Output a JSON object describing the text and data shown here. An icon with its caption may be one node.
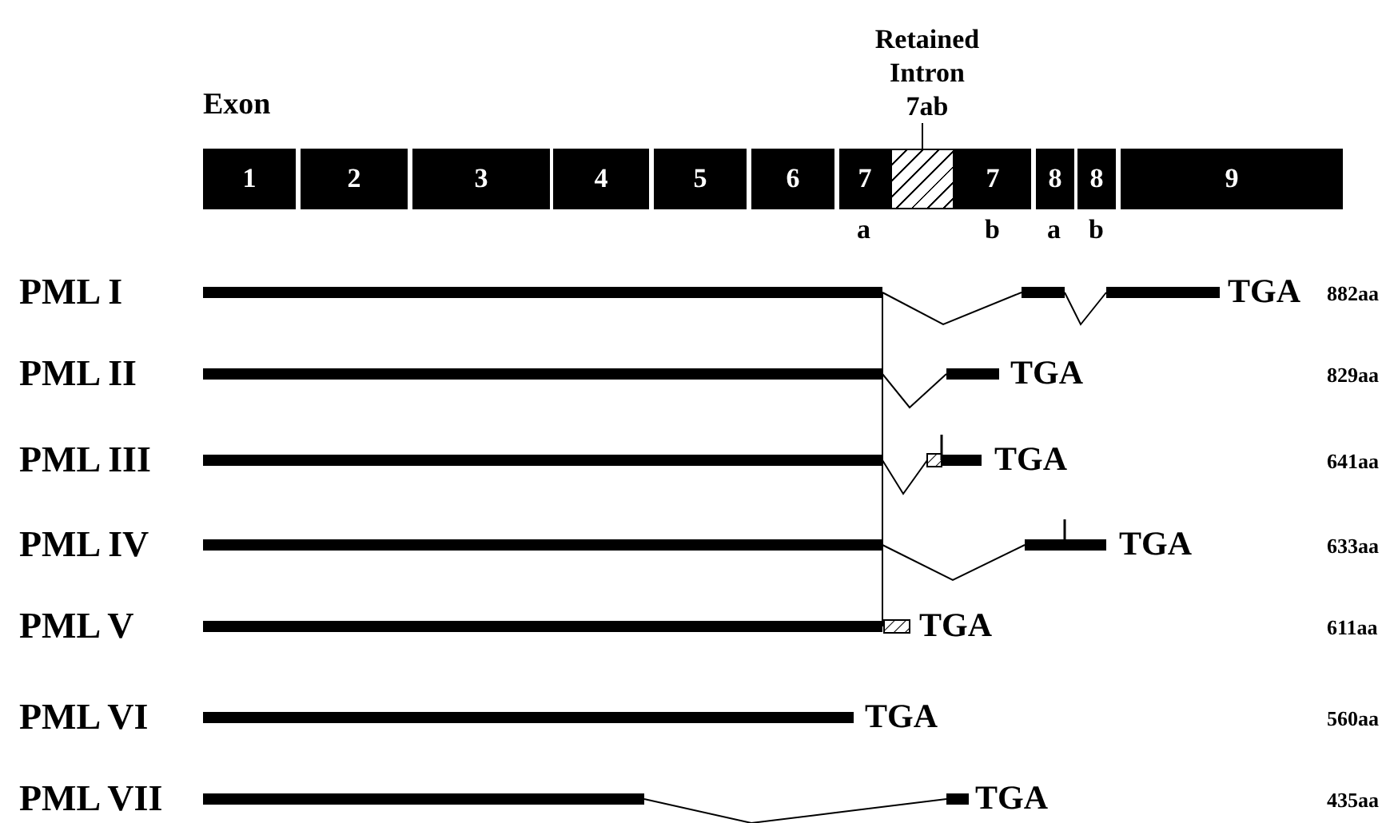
{
  "diagram": {
    "nodes": [
      {
        "text": [
          "Retained Intron 7ab"
        ]
      },
      {
        "text": [
          "1"
        ]
      },
      {
        "text": [
          "2"
        ]
      },
      {
        "text": [
          "3"
        ]
      },
      {
        "text": [
          "4"
        ]
      },
      {
        "text": [
          "5"
        ]
      },
      {
        "text": [
          "6"
        ]
      },
      {
        "text": [
          "7"
        ],
        "beside": [
          "a"
        ]
      },
      {
        "text": [],
        "shape": "box"
      },
      {
        "text": [
          "7"
        ],
        "beside": [
          "b"
        ]
      },
      {
        "text": [
          "8"
        ],
        "beside": [
          "a"
        ]
      },
      {
        "text": [
          "8"
        ],
        "beside": [
          "b"
        ]
      },
      {
        "text": [
          "9"
        ]
      }
    ],
    "edges": [
      {
        "from": 0,
        "to": 8,
        "arrow": "none"
      }
    ],
    "labels": [
      "Exon",
      "PML I",
      "TGA",
      "882aa",
      "PML II",
      "TGA",
      "829aa",
      "PML III",
      "TGA",
      "641aa",
      "PML IV",
      "TGA",
      "633aa",
      "PML V",
      "TGA",
      "611aa",
      "PML VI",
      "TGA",
      "560aa",
      "PML VII",
      "TGA",
      "435aa"
    ]
  }
}
